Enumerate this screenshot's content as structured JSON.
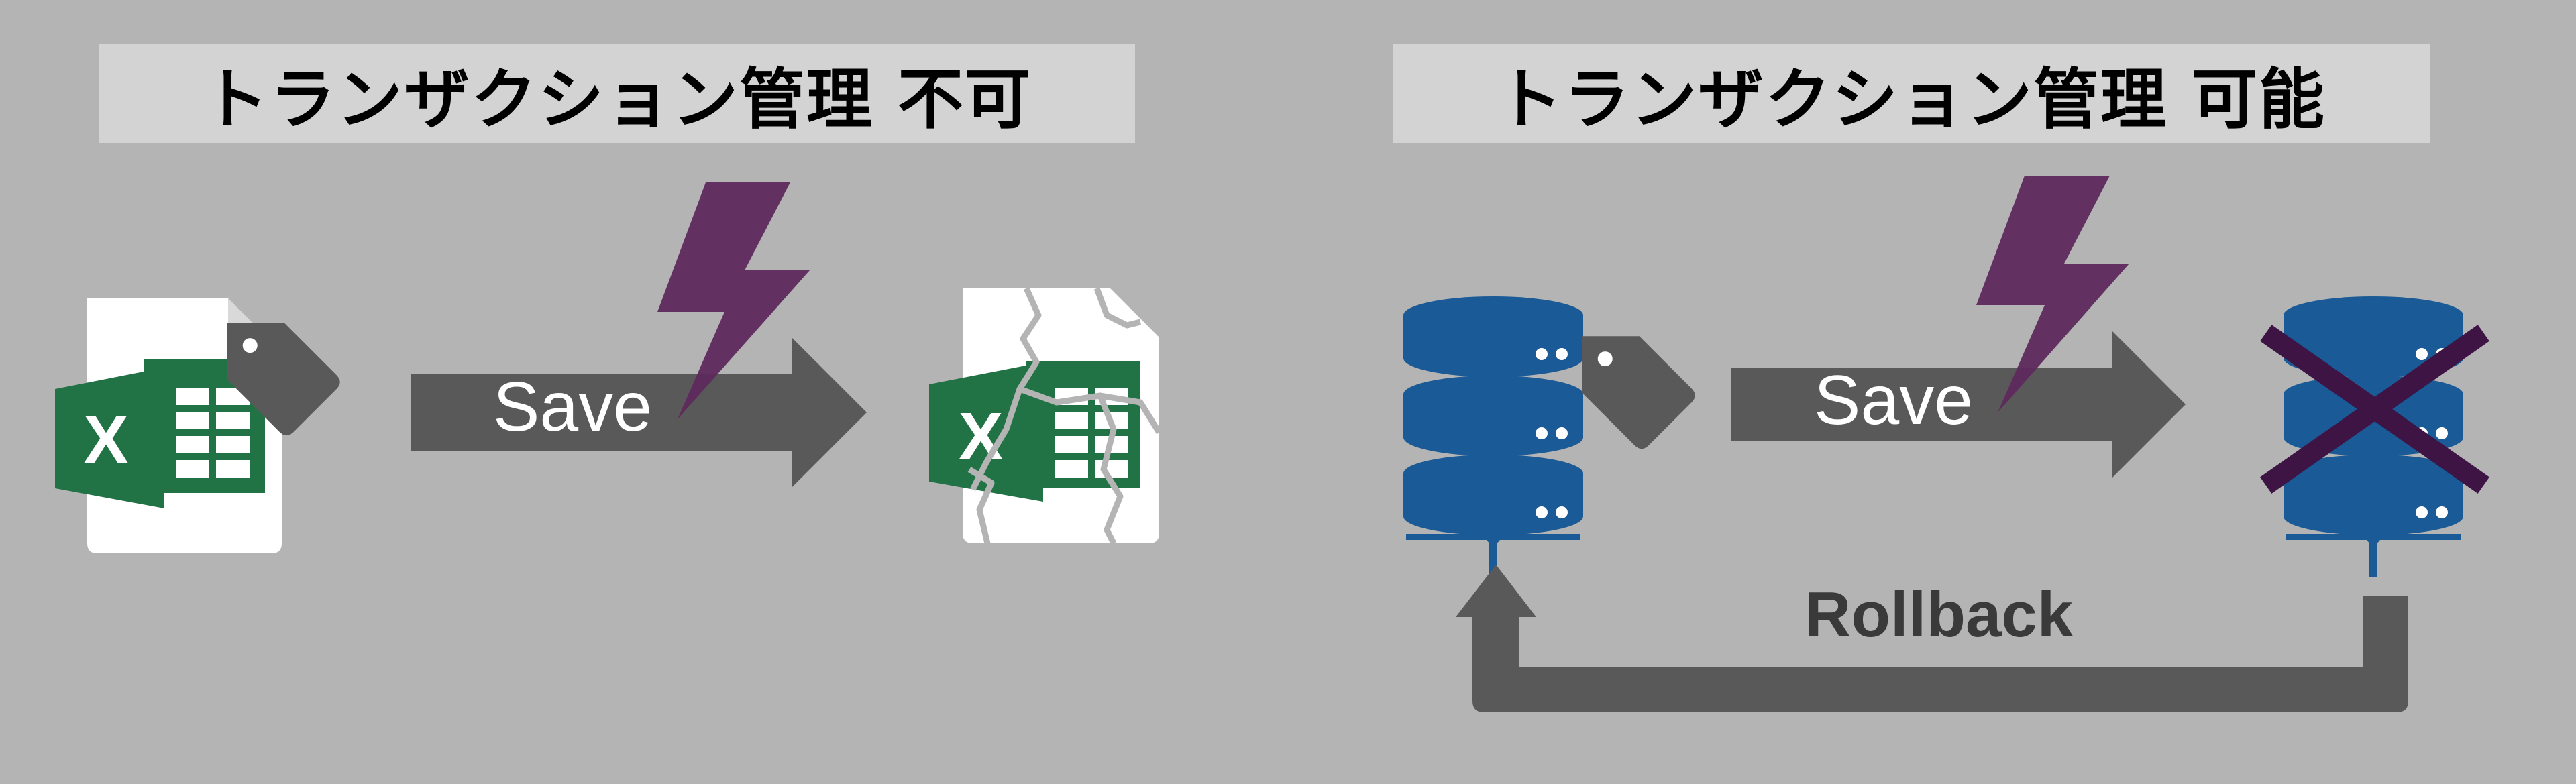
{
  "left_panel": {
    "title": "トランザクション管理 不可",
    "save_label": "Save",
    "excel_letter": "X"
  },
  "right_panel": {
    "title": "トランザクション管理 可能",
    "save_label": "Save",
    "rollback_label": "Rollback"
  },
  "colors": {
    "background": "#b4b4b4",
    "title_bar": "#d3d3d3",
    "arrow": "#595959",
    "lightning": "#5e2a5e",
    "excel_green": "#217346",
    "database_blue": "#1a5a96",
    "cross": "#3d1444"
  },
  "icons": [
    "excel-file-icon",
    "tag-icon",
    "lightning-icon",
    "broken-excel-icon",
    "database-icon",
    "cross-icon"
  ]
}
